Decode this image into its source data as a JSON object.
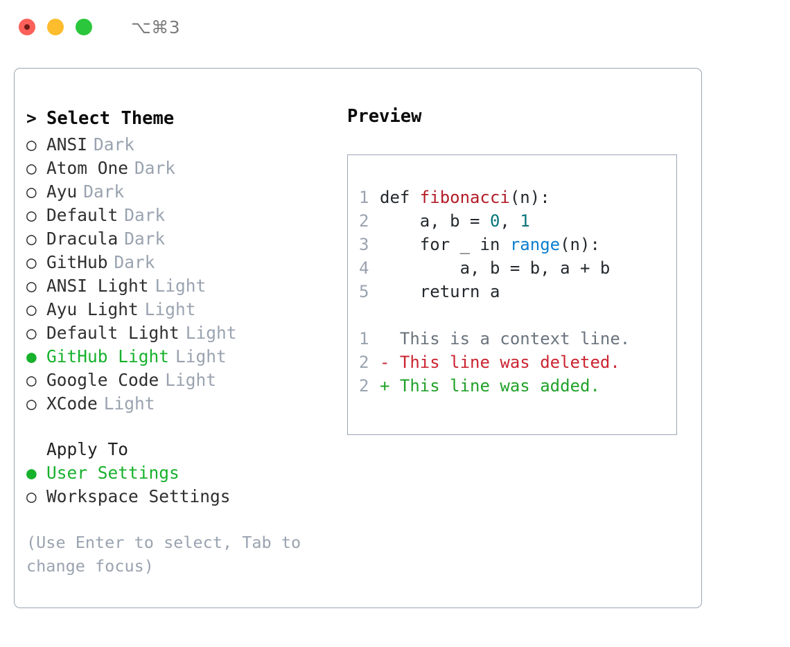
{
  "window": {
    "shortcut": "⌥⌘3",
    "traffic_lights": [
      {
        "name": "close",
        "color": "#fc6058"
      },
      {
        "name": "minimize",
        "color": "#fdbc2e"
      },
      {
        "name": "maximize",
        "color": "#2cc63c"
      }
    ]
  },
  "theme_picker": {
    "heading": "Select Theme",
    "heading_marker": ">",
    "marker_selected": "●",
    "marker_unselected": "○",
    "items": [
      {
        "label": "ANSI",
        "variant": "Dark",
        "selected": false
      },
      {
        "label": "Atom One",
        "variant": "Dark",
        "selected": false
      },
      {
        "label": "Ayu",
        "variant": "Dark",
        "selected": false
      },
      {
        "label": "Default",
        "variant": "Dark",
        "selected": false
      },
      {
        "label": "Dracula",
        "variant": "Dark",
        "selected": false
      },
      {
        "label": "GitHub",
        "variant": "Dark",
        "selected": false
      },
      {
        "label": "ANSI Light",
        "variant": "Light",
        "selected": false
      },
      {
        "label": "Ayu Light",
        "variant": "Light",
        "selected": false
      },
      {
        "label": "Default Light",
        "variant": "Light",
        "selected": false
      },
      {
        "label": "GitHub Light",
        "variant": "Light",
        "selected": true
      },
      {
        "label": "Google Code",
        "variant": "Light",
        "selected": false
      },
      {
        "label": "XCode",
        "variant": "Light",
        "selected": false
      }
    ]
  },
  "apply_to": {
    "title": "Apply To",
    "options": [
      {
        "label": "User Settings",
        "selected": true
      },
      {
        "label": "Workspace Settings",
        "selected": false
      }
    ]
  },
  "hint": "(Use Enter to select, Tab to change focus)",
  "preview": {
    "title": "Preview",
    "code_lines": [
      {
        "num": "1",
        "segments": [
          {
            "text": "def ",
            "token": "plain"
          },
          {
            "text": "fibonacci",
            "token": "func"
          },
          {
            "text": "(n):",
            "token": "plain"
          }
        ]
      },
      {
        "num": "2",
        "segments": [
          {
            "text": "    a, b = ",
            "token": "plain"
          },
          {
            "text": "0",
            "token": "num"
          },
          {
            "text": ", ",
            "token": "plain"
          },
          {
            "text": "1",
            "token": "num"
          }
        ]
      },
      {
        "num": "3",
        "segments": [
          {
            "text": "    for _ in ",
            "token": "plain"
          },
          {
            "text": "range",
            "token": "call"
          },
          {
            "text": "(n):",
            "token": "plain"
          }
        ]
      },
      {
        "num": "4",
        "segments": [
          {
            "text": "        a, b = b, a + b",
            "token": "plain"
          }
        ]
      },
      {
        "num": "5",
        "segments": [
          {
            "text": "    return a",
            "token": "plain"
          }
        ]
      }
    ],
    "diff_lines": [
      {
        "num": "1",
        "sign": "  ",
        "text": "This is a context line.",
        "kind": "context"
      },
      {
        "num": "2",
        "sign": "- ",
        "text": "This line was deleted.",
        "kind": "delete"
      },
      {
        "num": "2",
        "sign": "+ ",
        "text": "This line was added.",
        "kind": "add"
      }
    ]
  },
  "colors": {
    "accent_green": "#17b12c",
    "muted": "#9aa3b0",
    "border": "#9aa5b4",
    "func_red": "#b31d28",
    "number_teal": "#067578",
    "call_blue": "#0b7fce",
    "diff_delete": "#cb2431",
    "diff_add": "#22a12a",
    "diff_context": "#6a737d"
  }
}
